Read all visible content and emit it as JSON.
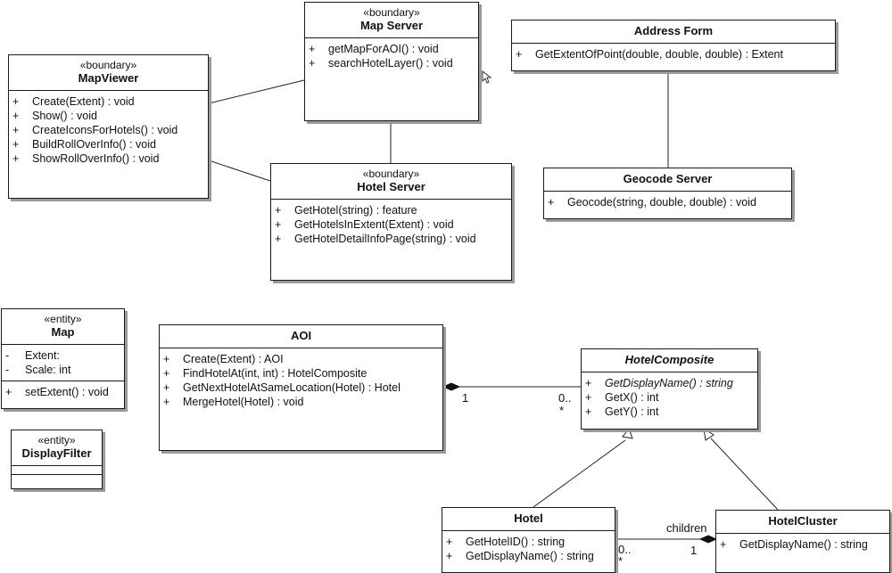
{
  "classes": {
    "map_server": {
      "stereotype": "«boundary»",
      "name": "Map Server",
      "attributes": [],
      "operations": [
        {
          "vis": "+",
          "text": "getMapForAOI() : void"
        },
        {
          "vis": "+",
          "text": "searchHotelLayer() : void"
        }
      ]
    },
    "map_viewer": {
      "stereotype": "«boundary»",
      "name": "MapViewer",
      "attributes": [],
      "operations": [
        {
          "vis": "+",
          "text": "Create(Extent) : void"
        },
        {
          "vis": "+",
          "text": "Show() : void"
        },
        {
          "vis": "+",
          "text": "CreateIconsForHotels() : void"
        },
        {
          "vis": "+",
          "text": "BuildRollOverInfo() : void"
        },
        {
          "vis": "+",
          "text": "ShowRollOverInfo() : void"
        }
      ]
    },
    "hotel_server": {
      "stereotype": "«boundary»",
      "name": "Hotel Server",
      "attributes": [],
      "operations": [
        {
          "vis": "+",
          "text": "GetHotel(string) : feature"
        },
        {
          "vis": "+",
          "text": "GetHotelsInExtent(Extent) : void"
        },
        {
          "vis": "+",
          "text": "GetHotelDetailInfoPage(string) : void"
        }
      ]
    },
    "address_form": {
      "stereotype": "",
      "name": "Address Form",
      "attributes": [],
      "operations": [
        {
          "vis": "+",
          "text": "GetExtentOfPoint(double, double, double) : Extent"
        }
      ]
    },
    "geocode_server": {
      "stereotype": "",
      "name": "Geocode Server",
      "attributes": [],
      "operations": [
        {
          "vis": "+",
          "text": "Geocode(string, double, double) : void"
        }
      ]
    },
    "map": {
      "stereotype": "«entity»",
      "name": "Map",
      "attributes": [
        {
          "vis": "-",
          "text": "Extent:"
        },
        {
          "vis": "-",
          "text": "Scale:  int"
        }
      ],
      "operations": [
        {
          "vis": "+",
          "text": "setExtent() : void"
        }
      ]
    },
    "display_filter": {
      "stereotype": "«entity»",
      "name": "DisplayFilter",
      "attributes": [],
      "operations": []
    },
    "aoi": {
      "stereotype": "",
      "name": "AOI",
      "attributes": [],
      "operations": [
        {
          "vis": "+",
          "text": "Create(Extent) : AOI"
        },
        {
          "vis": "+",
          "text": "FindHotelAt(int, int) : HotelComposite"
        },
        {
          "vis": "+",
          "text": "GetNextHotelAtSameLocation(Hotel) : Hotel"
        },
        {
          "vis": "+",
          "text": "MergeHotel(Hotel) : void"
        }
      ]
    },
    "hotel_composite": {
      "stereotype": "",
      "name": "HotelComposite",
      "attributes": [],
      "operations": [
        {
          "vis": "+",
          "text": "GetDisplayName() : string",
          "italic": true
        },
        {
          "vis": "+",
          "text": "GetX() : int"
        },
        {
          "vis": "+",
          "text": "GetY() : int"
        }
      ]
    },
    "hotel": {
      "stereotype": "",
      "name": "Hotel",
      "attributes": [],
      "operations": [
        {
          "vis": "+",
          "text": "GetHotelID() : string"
        },
        {
          "vis": "+",
          "text": "GetDisplayName() : string"
        }
      ]
    },
    "hotel_cluster": {
      "stereotype": "",
      "name": "HotelCluster",
      "attributes": [],
      "operations": [
        {
          "vis": "+",
          "text": "GetDisplayName() : string"
        }
      ]
    }
  },
  "labels": {
    "aoi_mult": "1",
    "composite_mult": "0..",
    "composite_star": "*",
    "children_role": "children",
    "cluster_mult": "1",
    "hotel_mult": "0..",
    "hotel_star": "*"
  }
}
